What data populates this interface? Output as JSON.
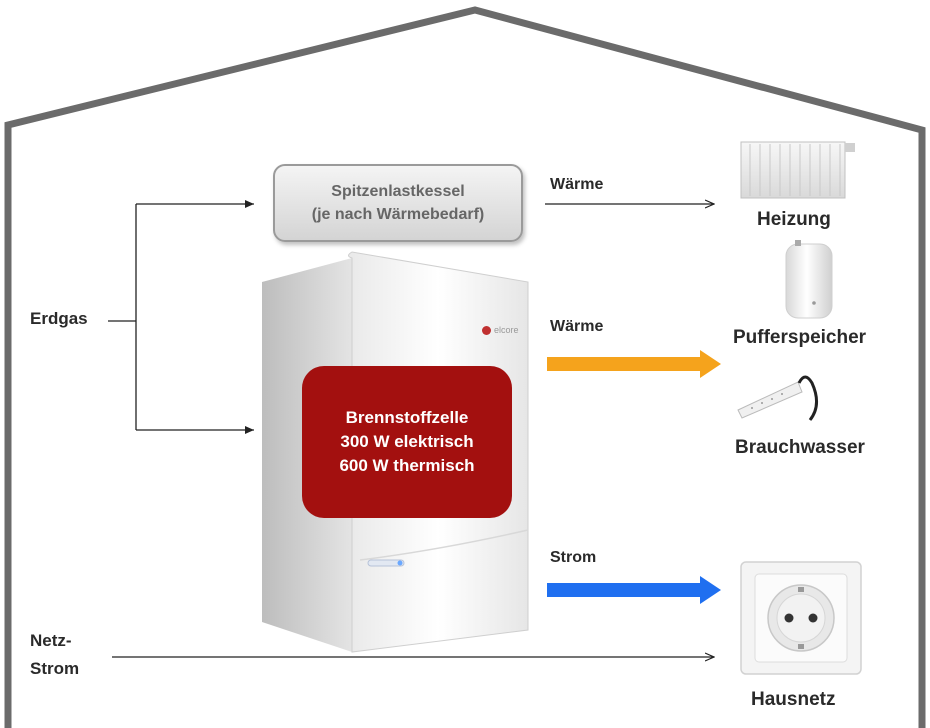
{
  "boiler": {
    "line1": "Spitzenlastkessel",
    "line2": "(je nach Wärmebedarf)"
  },
  "fuel_cell": {
    "line1": "Brennstoffzelle",
    "line2": "300 W elektrisch",
    "line3": "600 W thermisch",
    "brand": "elcore",
    "color": "#a3100f"
  },
  "inputs": {
    "gas": "Erdgas",
    "grid_line1": "Netz-",
    "grid_line2": "Strom"
  },
  "flows": {
    "heat_boiler": "Wärme",
    "heat_fc": "Wärme",
    "power_fc": "Strom"
  },
  "consumers": {
    "heating": "Heizung",
    "buffer": "Pufferspeicher",
    "water": "Brauchwasser",
    "house_grid": "Hausnetz"
  },
  "colors": {
    "heat_arrow": "#f5a31c",
    "power_arrow": "#1f6ff0",
    "house_outline": "#6b6b6b"
  },
  "icons": {
    "heating": "radiator-icon",
    "buffer": "storage-tank-icon",
    "water": "shower-head-icon",
    "house_grid": "power-socket-icon"
  }
}
